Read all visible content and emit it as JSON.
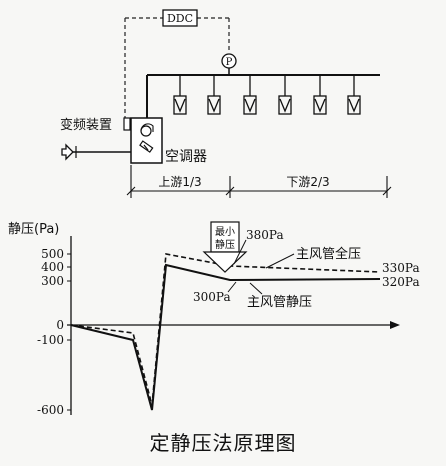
{
  "caption": "定静压法原理图",
  "system": {
    "controller": "DDC",
    "pressure_sensor": "P",
    "vfd_label": "变频装置",
    "ahu_label": "空调器",
    "upstream_label": "上游1/3",
    "downstream_label": "下游2/3"
  },
  "chart": {
    "y_axis_label": "静压(Pa)",
    "y_ticks": [
      "500",
      "400",
      "300",
      "0",
      "-100",
      "-600"
    ],
    "annotation_box": [
      "最小",
      "静压"
    ],
    "annotations": {
      "p380": "380Pa",
      "p300": "300Pa",
      "p330": "330Pa",
      "p320": "320Pa",
      "total_pressure": "主风管全压",
      "static_pressure": "主风管静压"
    }
  },
  "chart_data": {
    "type": "line",
    "y_label": "静压(Pa)",
    "ylim": [
      -600,
      500
    ],
    "series": [
      {
        "name": "主风管全压",
        "points": [
          [
            0,
            0
          ],
          [
            0.3,
            -60
          ],
          [
            0.4,
            -580
          ],
          [
            0.52,
            480
          ],
          [
            0.65,
            380
          ],
          [
            1.0,
            330
          ]
        ]
      },
      {
        "name": "主风管静压",
        "points": [
          [
            0,
            0
          ],
          [
            0.3,
            -80
          ],
          [
            0.4,
            -600
          ],
          [
            0.52,
            380
          ],
          [
            0.6,
            300
          ],
          [
            1.0,
            320
          ]
        ]
      }
    ]
  }
}
